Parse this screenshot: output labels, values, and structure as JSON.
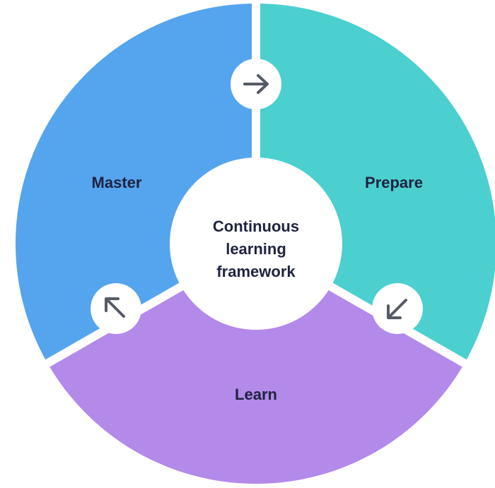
{
  "diagram": {
    "center_label_lines": [
      "Continuous",
      "learning",
      "framework"
    ],
    "segments": [
      {
        "id": "master",
        "label": "Master",
        "color": "#55a4ee"
      },
      {
        "id": "prepare",
        "label": "Prepare",
        "color": "#4ccfcf"
      },
      {
        "id": "learn",
        "label": "Learn",
        "color": "#b389ea"
      }
    ],
    "connectors": [
      {
        "from": "master",
        "to": "prepare",
        "icon": "arrow-right-icon"
      },
      {
        "from": "prepare",
        "to": "learn",
        "icon": "arrow-down-left-icon"
      },
      {
        "from": "learn",
        "to": "master",
        "icon": "arrow-up-left-icon"
      }
    ],
    "colors": {
      "center_fill": "#ffffff",
      "text": "#1f2340",
      "arrow": "#555a66",
      "gap": "#ffffff"
    }
  }
}
